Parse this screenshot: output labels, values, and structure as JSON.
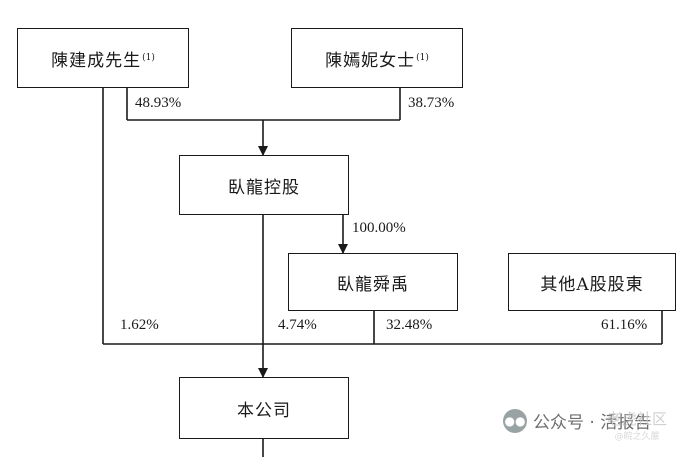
{
  "entities": {
    "chen_jiancheng": {
      "name": "陳建成先生",
      "note": "(1)"
    },
    "chen_yanni": {
      "name": "陳嫣妮女士",
      "note": "(1)"
    },
    "wolong_holding": {
      "name": "臥龍控股"
    },
    "wolong_shunyu": {
      "name": "臥龍舜禹"
    },
    "other_a_shareholders": {
      "name": "其他A股股東"
    },
    "company": {
      "name": "本公司"
    }
  },
  "percentages": {
    "chen_jiancheng_to_holding": "48.93%",
    "chen_yanni_to_holding": "38.73%",
    "holding_to_shunyu": "100.00%",
    "chen_jiancheng_to_company": "1.62%",
    "holding_to_company": "4.74%",
    "shunyu_to_company": "32.48%",
    "others_to_company": "61.16%"
  },
  "watermark": {
    "text": "公众号 · 活报告",
    "stamp_line1": "老虎社区",
    "stamp_line2": "@皖之久嚴"
  },
  "colors": {
    "line": "#1a1a1a",
    "watermark": "#6e6e6e"
  }
}
